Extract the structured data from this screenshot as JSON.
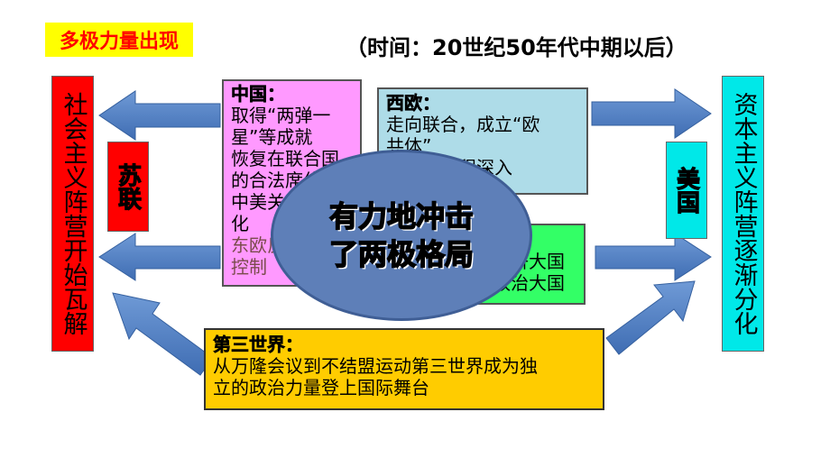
{
  "title": "多极力量出现",
  "time_label": "（时间：20世纪50年代中期以后）",
  "left_bar": "社会主义阵营开始瓦解",
  "right_bar": "资本主义阵营逐渐分化",
  "soviet_tag": "苏联",
  "usa_tag": "美国",
  "china": {
    "heading": "中国：",
    "lines": [
      "取得“两弹一",
      "星”等成就",
      "恢复在联合国",
      "的合法席位",
      "中美关系正常",
      "化"
    ],
    "extra": "东欧反抗苏联控制"
  },
  "western_europe": {
    "heading": "西欧：",
    "lines": [
      "走向联合，成立“欧",
      "共体”",
      "一体化进程深入"
    ]
  },
  "japan": {
    "lines": [
      "成为经济大国",
      "谋求政治大国"
    ]
  },
  "third_world": {
    "heading": "第三世界：",
    "lines": [
      "从万隆会议到不结盟运动第三世界成为独",
      "立的政治力量登上国际舞台"
    ]
  },
  "center": {
    "line1": "有力地冲击",
    "line2": "了两极格局"
  },
  "colors": {
    "arrow": "#4f7ec2",
    "socialist": "#ff0000",
    "capitalist": "#00e8e8",
    "china": "#ff99ff",
    "western_europe": "#aedce8",
    "japan": "#33ff66",
    "third_world": "#ffcc00",
    "center": "#5e7fb8"
  }
}
